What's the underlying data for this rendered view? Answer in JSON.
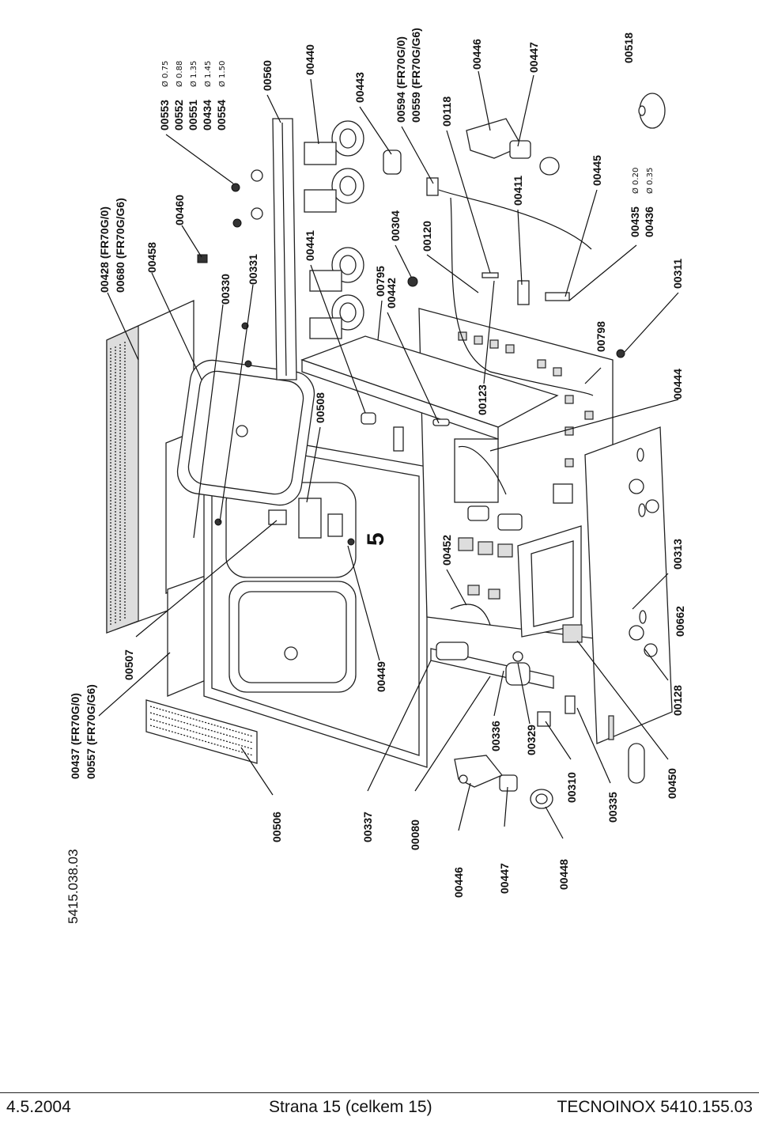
{
  "document_number": "5415.038.03",
  "page_marker": "5",
  "parts": [
    {
      "id": "p-00428",
      "text": "00428 (FR70G/0)"
    },
    {
      "id": "p-00680",
      "text": "00680 (FR70G/G6)"
    },
    {
      "id": "p-00458",
      "text": "00458"
    },
    {
      "id": "p-00460",
      "text": "00460"
    },
    {
      "id": "p-00330",
      "text": "00330"
    },
    {
      "id": "p-00331",
      "text": "00331"
    },
    {
      "id": "p-00553",
      "text": "00553"
    },
    {
      "id": "p-00552",
      "text": "00552"
    },
    {
      "id": "p-00551",
      "text": "00551"
    },
    {
      "id": "p-00434",
      "text": "00434"
    },
    {
      "id": "p-00554",
      "text": "00554"
    },
    {
      "id": "p-00560",
      "text": "00560"
    },
    {
      "id": "p-00440",
      "text": "00440"
    },
    {
      "id": "p-00443",
      "text": "00443"
    },
    {
      "id": "p-00594",
      "text": "00594 (FR70G/0)"
    },
    {
      "id": "p-00559",
      "text": "00559 (FR70G/G6)"
    },
    {
      "id": "p-00446a",
      "text": "00446"
    },
    {
      "id": "p-00447a",
      "text": "00447"
    },
    {
      "id": "p-00518",
      "text": "00518"
    },
    {
      "id": "p-00441",
      "text": "00441"
    },
    {
      "id": "p-00304",
      "text": "00304"
    },
    {
      "id": "p-00120",
      "text": "00120"
    },
    {
      "id": "p-00118",
      "text": "00118"
    },
    {
      "id": "p-00411",
      "text": "00411"
    },
    {
      "id": "p-00445",
      "text": "00445"
    },
    {
      "id": "p-00435",
      "text": "00435"
    },
    {
      "id": "p-00436",
      "text": "00436"
    },
    {
      "id": "p-00311",
      "text": "00311"
    },
    {
      "id": "p-00795",
      "text": "00795"
    },
    {
      "id": "p-00442",
      "text": "00442"
    },
    {
      "id": "p-00123",
      "text": "00123"
    },
    {
      "id": "p-00798",
      "text": "00798"
    },
    {
      "id": "p-00444",
      "text": "00444"
    },
    {
      "id": "p-00508",
      "text": "00508"
    },
    {
      "id": "p-00452",
      "text": "00452"
    },
    {
      "id": "p-00313",
      "text": "00313"
    },
    {
      "id": "p-00662",
      "text": "00662"
    },
    {
      "id": "p-00128",
      "text": "00128"
    },
    {
      "id": "p-00450",
      "text": "00450"
    },
    {
      "id": "p-00335",
      "text": "00335"
    },
    {
      "id": "p-00310",
      "text": "00310"
    },
    {
      "id": "p-00329",
      "text": "00329"
    },
    {
      "id": "p-00336",
      "text": "00336"
    },
    {
      "id": "p-00449",
      "text": "00449"
    },
    {
      "id": "p-00507",
      "text": "00507"
    },
    {
      "id": "p-00437",
      "text": "00437 (FR70G/0)"
    },
    {
      "id": "p-00557",
      "text": "00557 (FR70G/G6)"
    },
    {
      "id": "p-00506",
      "text": "00506"
    },
    {
      "id": "p-00337",
      "text": "00337"
    },
    {
      "id": "p-00080",
      "text": "00080"
    },
    {
      "id": "p-00446b",
      "text": "00446"
    },
    {
      "id": "p-00447b",
      "text": "00447"
    },
    {
      "id": "p-00448",
      "text": "00448"
    }
  ],
  "diameters": [
    {
      "id": "d-00553",
      "text": "Ø 0.75"
    },
    {
      "id": "d-00552",
      "text": "Ø 0.88"
    },
    {
      "id": "d-00551",
      "text": "Ø 1.35"
    },
    {
      "id": "d-00434",
      "text": "Ø 1.45"
    },
    {
      "id": "d-00554",
      "text": "Ø 1.50"
    },
    {
      "id": "d-00435",
      "text": "Ø 0.20"
    },
    {
      "id": "d-00436",
      "text": "Ø 0.35"
    }
  ],
  "footer": {
    "date": "4.5.2004",
    "page": "Strana 15 (celkem 15)",
    "maker": "TECNOINOX 5410.155.03"
  }
}
